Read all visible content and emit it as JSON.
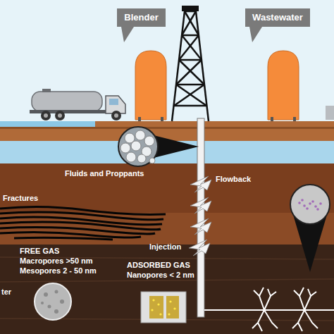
{
  "diagram": {
    "nodes": [
      {
        "text": [
          "Blender"
        ]
      },
      {
        "text": [
          "Wastewater"
        ]
      }
    ],
    "labels": [
      "Fluids and Proppants",
      "Fractures",
      "Flowback",
      "Injection",
      "FREE GAS",
      "Macropores >50 nm",
      "Mesopores 2 - 50 nm",
      "ADSORBED GAS",
      "Nanopores < 2 nm",
      "ter"
    ]
  }
}
